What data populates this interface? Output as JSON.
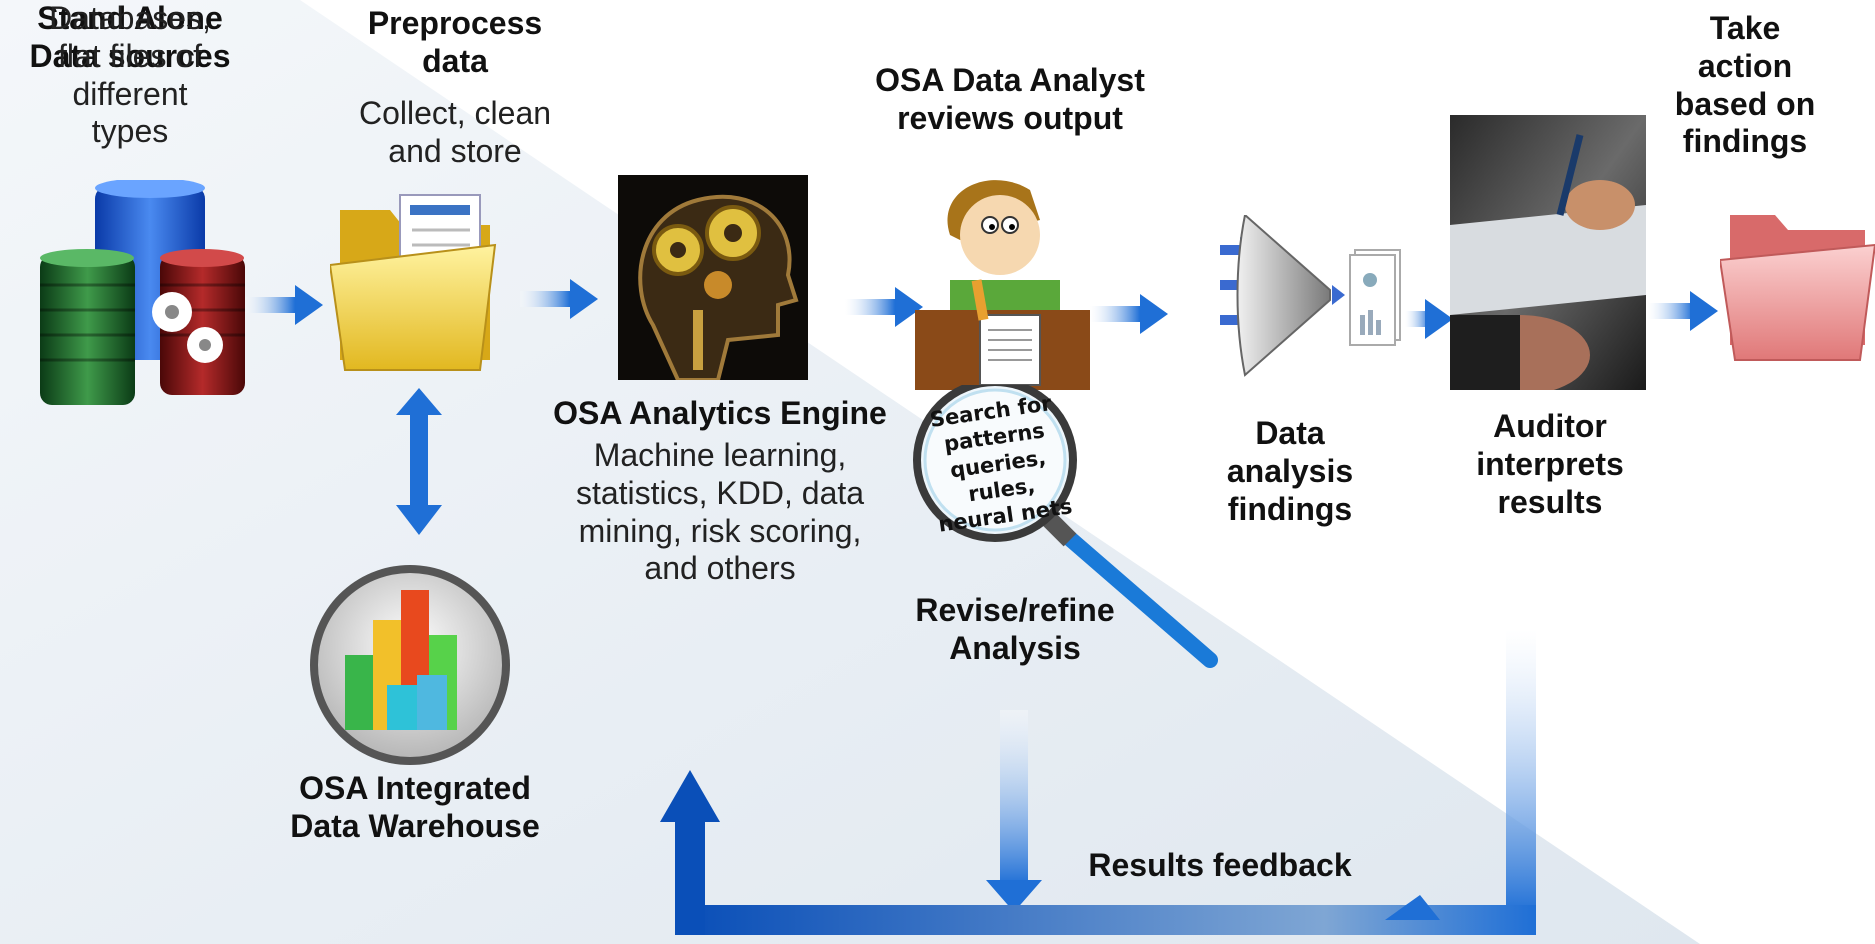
{
  "sources": {
    "title1": "Stand Alone",
    "title2": "Data sources",
    "d1": "Databases,",
    "d2": "flat files of",
    "d3": "different",
    "d4": "types"
  },
  "preprocess": {
    "title1": "Preprocess",
    "title2": "data",
    "d1": "Collect, clean",
    "d2": "and store"
  },
  "warehouse": {
    "title1": "OSA Integrated",
    "title2": "Data Warehouse"
  },
  "engine": {
    "title": "OSA Analytics Engine",
    "d1": "Machine learning,",
    "d2": "statistics, KDD,  data",
    "d3": "mining, risk scoring,",
    "d4": "and others"
  },
  "analyst": {
    "title1": "OSA Data Analyst",
    "title2": "reviews output"
  },
  "magnifier": {
    "l1": "Search for",
    "l2": "patterns",
    "l3": "queries, rules,",
    "l4": "neural nets"
  },
  "revise": {
    "l1": "Revise/refine",
    "l2": "Analysis"
  },
  "findings": {
    "l1": "Data",
    "l2": "analysis",
    "l3": "findings"
  },
  "auditor": {
    "l1": "Auditor",
    "l2": "interprets",
    "l3": "results"
  },
  "action": {
    "l1": "Take",
    "l2": "action",
    "l3": "based on",
    "l4": "findings"
  },
  "feedback": {
    "label": "Results feedback"
  },
  "colors": {
    "arrow": "#1f6fd6",
    "arrow_dark": "#0a4fb8",
    "panel": "#eef3f8"
  }
}
